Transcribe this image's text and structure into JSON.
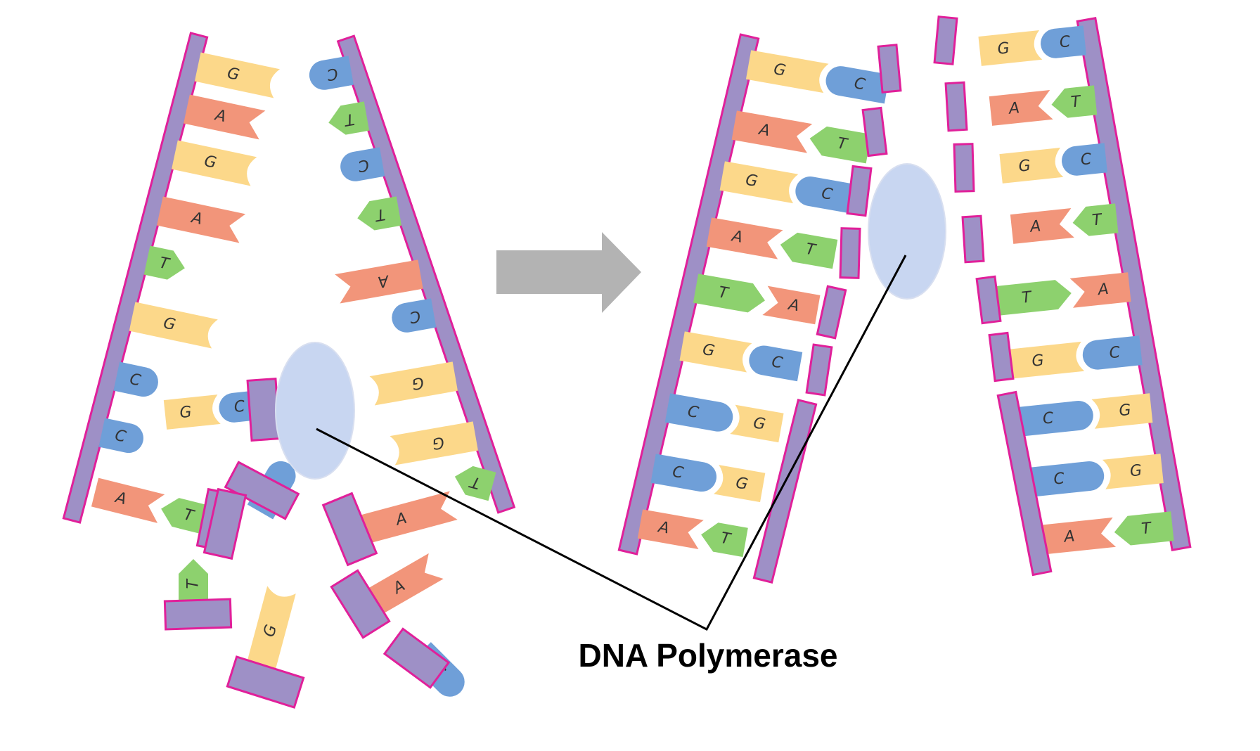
{
  "label": "DNA Polymerase",
  "colors": {
    "backbone_fill": "#9e90c6",
    "backbone_stroke": "#e0209a",
    "G": "#fcd88a",
    "A": "#f2957a",
    "T": "#8dd16e",
    "C": "#6f9fd8",
    "polymerase": "#c8d6f1",
    "arrow": "#b3b3b3"
  },
  "panels": {
    "before": {
      "left_strand_bases": [
        "G",
        "A",
        "G",
        "A",
        "T",
        "G",
        "C",
        "C",
        "A"
      ],
      "right_strand_bases": [
        "C",
        "T",
        "C",
        "T",
        "A",
        "C",
        "G",
        "G",
        "T"
      ],
      "forming_pairs": [
        [
          "A",
          "T"
        ],
        [
          "G",
          "C"
        ]
      ],
      "free_nucleotides": [
        "C",
        "T",
        "A",
        "A",
        "G",
        "C"
      ]
    },
    "after": {
      "left_helix_pairs": [
        [
          "G",
          "C"
        ],
        [
          "A",
          "T"
        ],
        [
          "G",
          "C"
        ],
        [
          "A",
          "T"
        ],
        [
          "T",
          "A"
        ],
        [
          "G",
          "C"
        ],
        [
          "C",
          "G"
        ],
        [
          "C",
          "G"
        ],
        [
          "A",
          "T"
        ]
      ],
      "right_helix_pairs": [
        [
          "G",
          "C"
        ],
        [
          "A",
          "T"
        ],
        [
          "G",
          "C"
        ],
        [
          "A",
          "T"
        ],
        [
          "T",
          "A"
        ],
        [
          "G",
          "C"
        ],
        [
          "C",
          "G"
        ],
        [
          "C",
          "G"
        ],
        [
          "A",
          "T"
        ]
      ]
    }
  }
}
